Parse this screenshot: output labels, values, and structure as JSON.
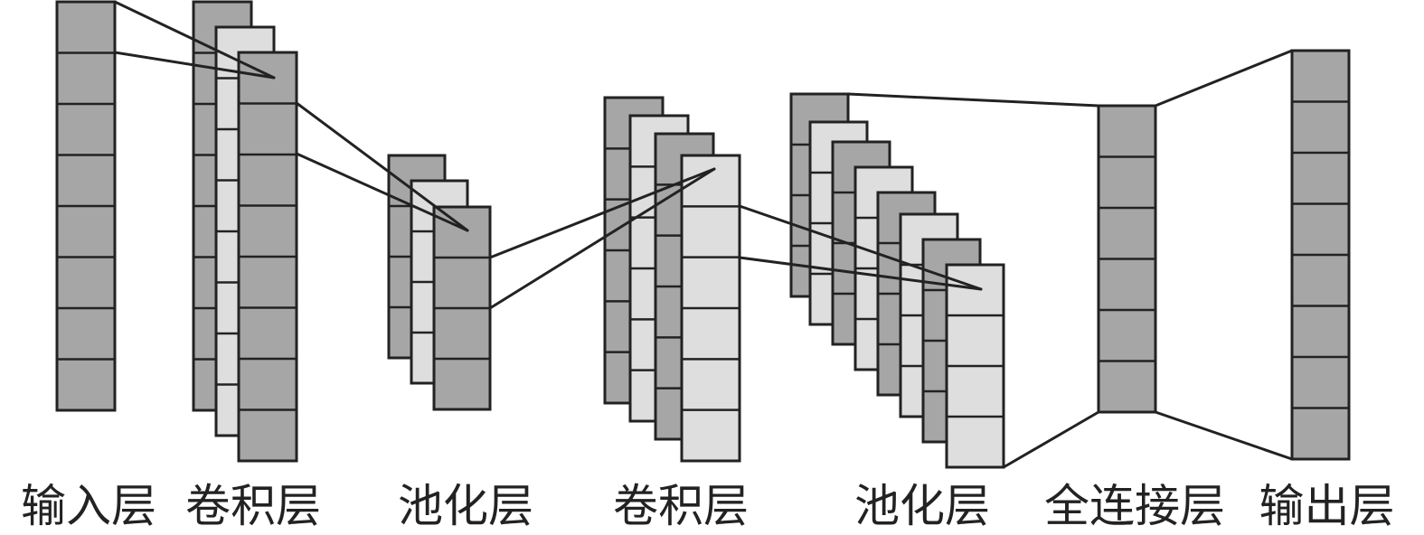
{
  "diagram": {
    "type": "cnn-architecture",
    "colors": {
      "dark_cell": "#a6a6a6",
      "light_cell": "#dedede",
      "stroke": "#222222",
      "background": "#ffffff"
    },
    "layers": [
      {
        "id": "input",
        "label": "输入层",
        "cells": 8
      },
      {
        "id": "conv1",
        "label": "卷积层",
        "maps": 3,
        "cells": 8
      },
      {
        "id": "pool1",
        "label": "池化层",
        "maps": 3,
        "cells": 4
      },
      {
        "id": "conv2",
        "label": "卷积层",
        "maps": 4,
        "cells": 6
      },
      {
        "id": "pool2",
        "label": "池化层",
        "maps": 8,
        "cells": 4
      },
      {
        "id": "fc",
        "label": "全连接层",
        "cells": 6
      },
      {
        "id": "output",
        "label": "输出层",
        "cells": 8
      }
    ]
  }
}
